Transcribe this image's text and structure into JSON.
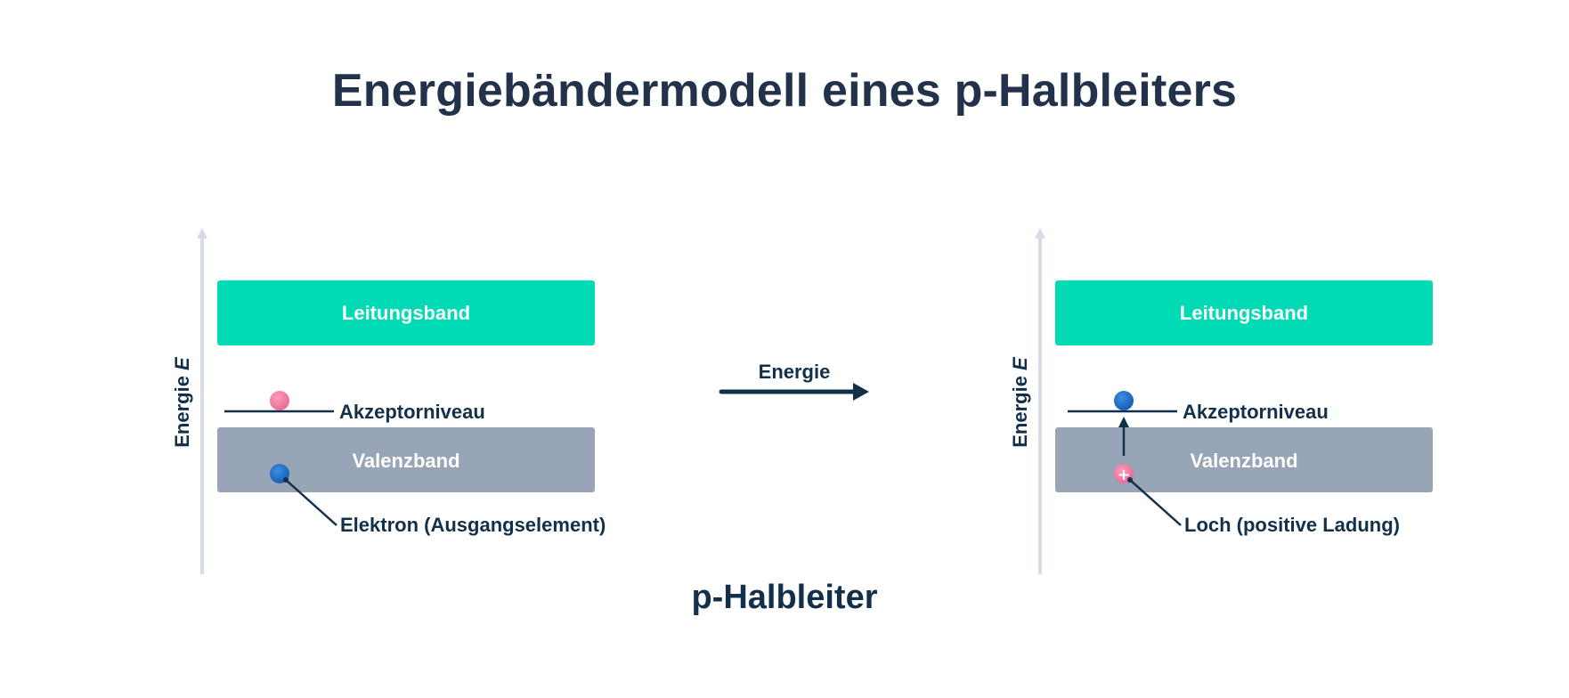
{
  "title": "Energiebändermodell eines p-Halbleiters",
  "caption": "p-Halbleiter",
  "colors": {
    "conduction_band": "#00dbb5",
    "valence_band": "#97a5b7",
    "axis": "#d6dde6",
    "text_dark": "#12304a",
    "electron": "#1e6ec8",
    "hole": "#f07aa0"
  },
  "left_panel": {
    "axis_label": "Energie",
    "axis_symbol": "E",
    "conduction_band_label": "Leitungsband",
    "acceptor_label": "Akzeptorniveau",
    "valence_band_label": "Valenzband",
    "pointer_label": "Elektron (Ausgangselement)"
  },
  "transition": {
    "label": "Energie"
  },
  "right_panel": {
    "axis_label": "Energie",
    "axis_symbol": "E",
    "conduction_band_label": "Leitungsband",
    "acceptor_label": "Akzeptorniveau",
    "valence_band_label": "Valenzband",
    "pointer_label": "Loch (positive Ladung)",
    "hole_symbol": "+"
  }
}
